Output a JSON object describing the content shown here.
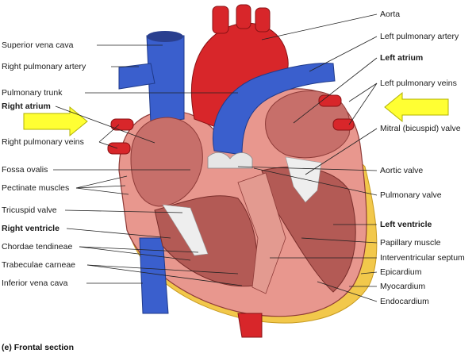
{
  "labels_left": [
    {
      "id": "superior-vena-cava",
      "text": "Superior vena cava",
      "bold": false
    },
    {
      "id": "right-pulmonary-artery",
      "text": "Right pulmonary artery",
      "bold": false
    },
    {
      "id": "pulmonary-trunk",
      "text": "Pulmonary trunk",
      "bold": false
    },
    {
      "id": "right-atrium",
      "text": "Right atrium",
      "bold": true
    },
    {
      "id": "right-pulmonary-veins",
      "text": "Right pulmonary veins",
      "bold": false
    },
    {
      "id": "fossa-ovalis",
      "text": "Fossa ovalis",
      "bold": false
    },
    {
      "id": "pectinate-muscles",
      "text": "Pectinate muscles",
      "bold": false
    },
    {
      "id": "tricuspid-valve",
      "text": "Tricuspid valve",
      "bold": false
    },
    {
      "id": "right-ventricle",
      "text": "Right ventricle",
      "bold": true
    },
    {
      "id": "chordae-tendineae",
      "text": "Chordae tendineae",
      "bold": false
    },
    {
      "id": "trabeculae-carneae",
      "text": "Trabeculae carneae",
      "bold": false
    },
    {
      "id": "inferior-vena-cava",
      "text": "Inferior vena cava",
      "bold": false
    }
  ],
  "labels_right": [
    {
      "id": "aorta",
      "text": "Aorta",
      "bold": false
    },
    {
      "id": "left-pulmonary-artery",
      "text": "Left pulmonary artery",
      "bold": false
    },
    {
      "id": "left-atrium",
      "text": "Left atrium",
      "bold": true
    },
    {
      "id": "left-pulmonary-veins",
      "text": "Left pulmonary veins",
      "bold": false
    },
    {
      "id": "mitral-valve",
      "text": "Mitral (bicuspid) valve",
      "bold": false
    },
    {
      "id": "aortic-valve",
      "text": "Aortic valve",
      "bold": false
    },
    {
      "id": "pulmonary-valve",
      "text": "Pulmonary valve",
      "bold": false
    },
    {
      "id": "left-ventricle",
      "text": "Left ventricle",
      "bold": true
    },
    {
      "id": "papillary-muscle",
      "text": "Papillary muscle",
      "bold": false
    },
    {
      "id": "interventricular-septum",
      "text": "Interventricular septum",
      "bold": false
    },
    {
      "id": "epicardium",
      "text": "Epicardium",
      "bold": false
    },
    {
      "id": "myocardium",
      "text": "Myocardium",
      "bold": false
    },
    {
      "id": "endocardium",
      "text": "Endocardium",
      "bold": false
    }
  ],
  "caption": "(e) Frontal section",
  "colors": {
    "vein_blue": "#3a5fcd",
    "artery_red": "#d8262a",
    "muscle_pink": "#e8978e",
    "muscle_dark": "#b35a55",
    "chamber_inner": "#c76f6a",
    "fat_yellow": "#f2c84b",
    "arrow_yellow": "#ffff33",
    "valve_white": "#eeeeee"
  }
}
